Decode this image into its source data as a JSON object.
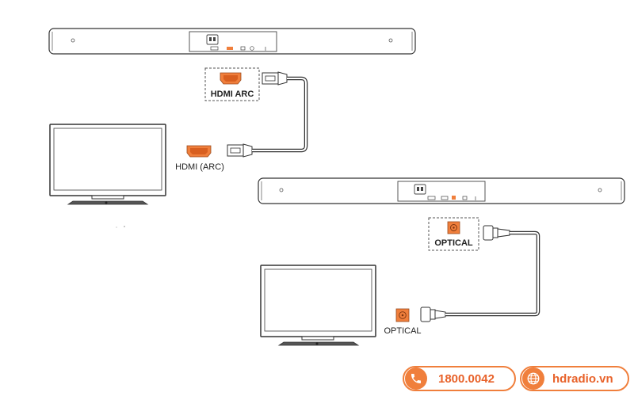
{
  "labels": {
    "hdmi_arc_soundbar": "HDMI ARC",
    "hdmi_arc_tv": "HDMI (ARC)",
    "optical_soundbar": "OPTICAL",
    "optical_tv": "OPTICAL"
  },
  "contact": {
    "phone": "1800.0042",
    "website": "hdradio.vn"
  },
  "icons": {
    "phone": "phone-icon",
    "globe": "globe-icon",
    "hdmi": "hdmi-port-icon",
    "optical": "optical-port-icon"
  },
  "colors": {
    "accent": "#f07f3c",
    "line": "#333333"
  }
}
